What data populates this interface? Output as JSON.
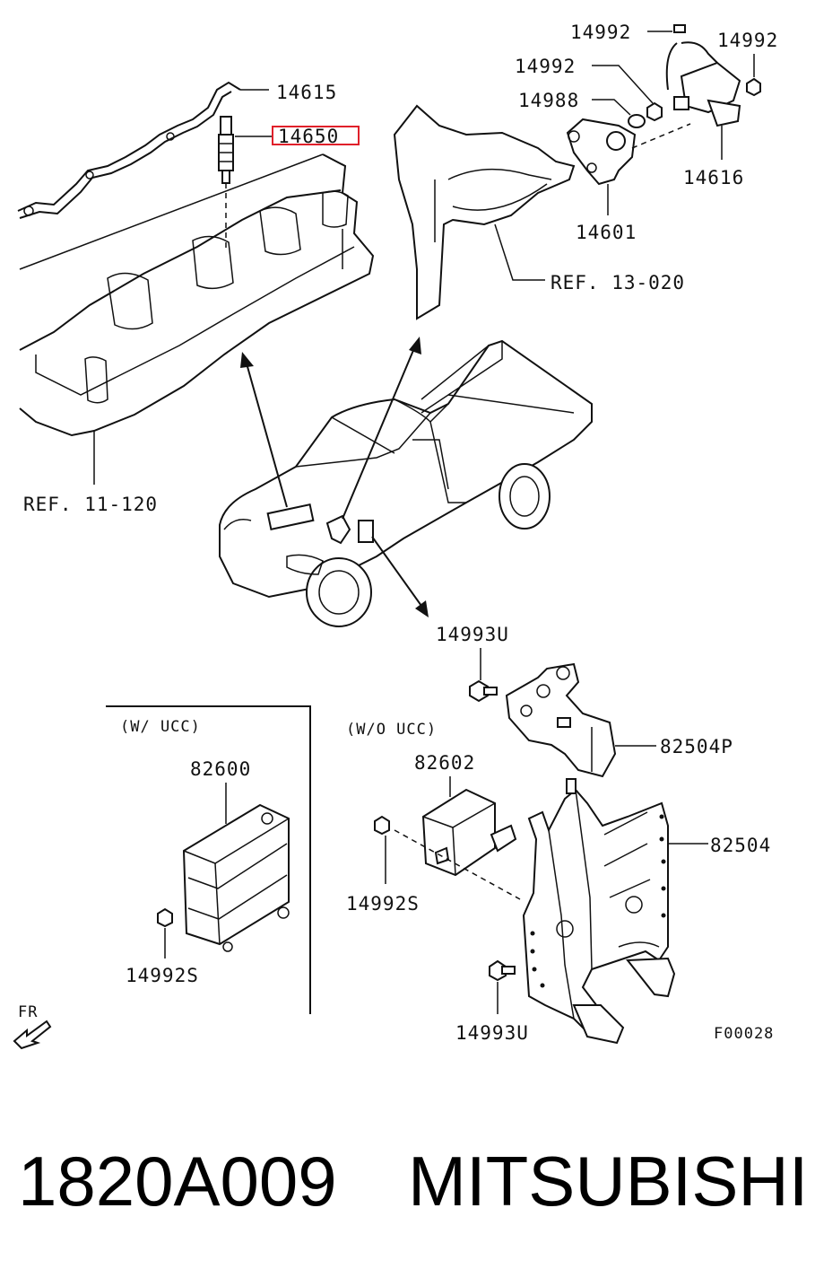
{
  "labels": {
    "p14615": "14615",
    "p14650": "14650",
    "p14992_a": "14992",
    "p14992_b": "14992",
    "p14992_c": "14992",
    "p14988": "14988",
    "p14616": "14616",
    "p14601": "14601",
    "ref13": "REF. 13-020",
    "ref11": "REF. 11-120",
    "p14993u_a": "14993U",
    "p82504p": "82504P",
    "w_ucc": "(W/ UCC)",
    "wo_ucc": "(W/O UCC)",
    "p82600": "82600",
    "p82602": "82602",
    "p82504": "82504",
    "p14992s_a": "14992S",
    "p14992s_b": "14992S",
    "p14993u_b": "14993U",
    "fr": "FR",
    "fig_code": "F00028"
  },
  "highlight": {
    "part": "14650",
    "color": "#e0202a"
  },
  "footer": {
    "part_number": "1820A009",
    "brand": "MITSUBISHI"
  }
}
